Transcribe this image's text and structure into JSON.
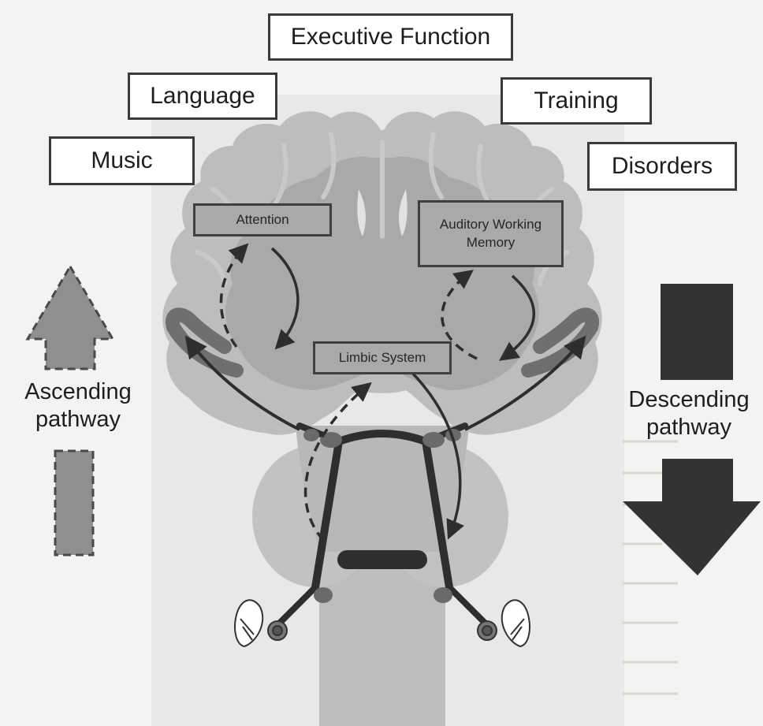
{
  "labels": {
    "executive_function": "Executive Function",
    "language": "Language",
    "training": "Training",
    "music": "Music",
    "disorders": "Disorders",
    "attention": "Attention",
    "auditory_working_memory": "Auditory Working Memory",
    "limbic_system": "Limbic System",
    "ascending_pathway": "Ascending pathway",
    "descending_pathway": "Descending pathway"
  },
  "colors": {
    "background": "#f4f3f1",
    "page_panel": "#e9e8e6",
    "cortex_outer": "#bdbdbd",
    "white_matter": "#a9a9a9",
    "auditory_cortex": "#6f6f6f",
    "pathway_dark": "#2e2e2e",
    "ascending_arrow": "#8f8f8f",
    "descending_arrow": "#333333"
  },
  "icons": [
    "ascending-arrow-icon",
    "descending-arrow-icon",
    "ear-icon"
  ]
}
